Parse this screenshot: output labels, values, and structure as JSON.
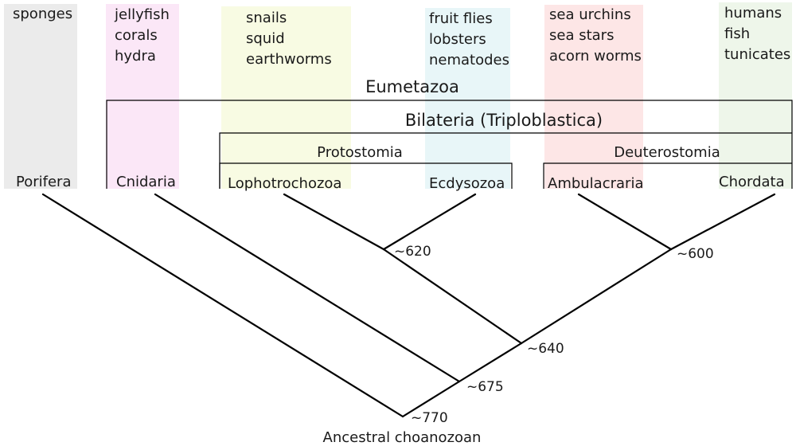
{
  "colors": {
    "porifera": "#ebebeb",
    "cnidaria": "#fbe7f7",
    "lophotrochozoa": "#f8fbe3",
    "ecdysozoa": "#e8f6f8",
    "ambulacraria": "#fde6e6",
    "chordata": "#eef6ea",
    "line": "#000000"
  },
  "taxa": [
    {
      "id": "porifera",
      "name": "Porifera",
      "examples": [
        "sponges"
      ]
    },
    {
      "id": "cnidaria",
      "name": "Cnidaria",
      "examples": [
        "jellyfish",
        "corals",
        "hydra"
      ]
    },
    {
      "id": "lophotrochozoa",
      "name": "Lophotrochozoa",
      "examples": [
        "snails",
        "squid",
        "earthworms"
      ]
    },
    {
      "id": "ecdysozoa",
      "name": "Ecdysozoa",
      "examples": [
        "fruit flies",
        "lobsters",
        "nematodes"
      ]
    },
    {
      "id": "ambulacraria",
      "name": "Ambulacraria",
      "examples": [
        "sea urchins",
        "sea stars",
        "acorn worms"
      ]
    },
    {
      "id": "chordata",
      "name": "Chordata",
      "examples": [
        "humans",
        "fish",
        "tunicates"
      ]
    }
  ],
  "groups": {
    "eumetazoa": "Eumetazoa",
    "bilateria": "Bilateria (Triploblastica)",
    "protostomia": "Protostomia",
    "deuterostomia": "Deuterostomia"
  },
  "nodes": {
    "root": "~770",
    "eumetazoa": "~675",
    "bilateria": "~640",
    "protostomia": "~620",
    "deuterostomia": "~600"
  },
  "root_label": "Ancestral choanozoan"
}
